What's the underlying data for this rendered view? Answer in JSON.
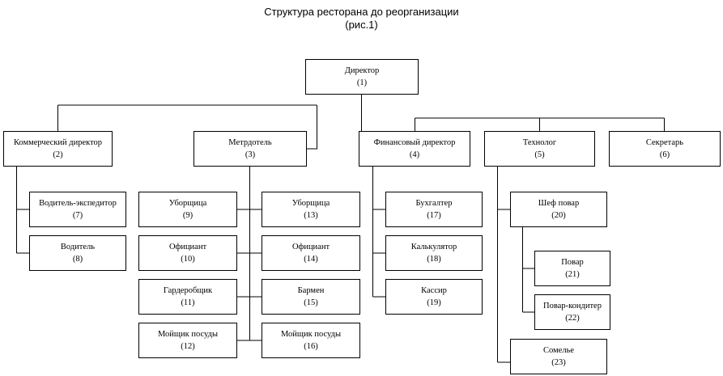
{
  "title": {
    "line1": "Структура ресторана до реорганизации",
    "line2": "(рис.1)"
  },
  "nodes": {
    "director": {
      "label": "Директор",
      "num": "(1)"
    },
    "commercial_director": {
      "label": "Коммерческий директор",
      "num": "(2)"
    },
    "maitre_d": {
      "label": "Метрдотель",
      "num": "(3)"
    },
    "financial_director": {
      "label": "Финансовый директор",
      "num": "(4)"
    },
    "technologist": {
      "label": "Технолог",
      "num": "(5)"
    },
    "secretary": {
      "label": "Секретарь",
      "num": "(6)"
    },
    "driver_forwarder": {
      "label": "Водитель-экспедитор",
      "num": "(7)"
    },
    "driver": {
      "label": "Водитель",
      "num": "(8)"
    },
    "cleaner_left": {
      "label": "Уборщица",
      "num": "(9)"
    },
    "waiter_left": {
      "label": "Официант",
      "num": "(10)"
    },
    "cloakroom": {
      "label": "Гардеробщик",
      "num": "(11)"
    },
    "dishwasher_left": {
      "label": "Мойщик посуды",
      "num": "(12)"
    },
    "cleaner_right": {
      "label": "Уборщица",
      "num": "(13)"
    },
    "waiter_right": {
      "label": "Официант",
      "num": "(14)"
    },
    "bartender": {
      "label": "Бармен",
      "num": "(15)"
    },
    "dishwasher_right": {
      "label": "Мойщик посуды",
      "num": "(16)"
    },
    "accountant": {
      "label": "Бухгалтер",
      "num": "(17)"
    },
    "calculator": {
      "label": "Калькулятор",
      "num": "(18)"
    },
    "cashier": {
      "label": "Кассир",
      "num": "(19)"
    },
    "chef": {
      "label": "Шеф повар",
      "num": "(20)"
    },
    "cook": {
      "label": "Повар",
      "num": "(21)"
    },
    "pastry_cook": {
      "label": "Повар-кондитер",
      "num": "(22)"
    },
    "sommelier": {
      "label": "Сомелье",
      "num": "(23)"
    }
  }
}
